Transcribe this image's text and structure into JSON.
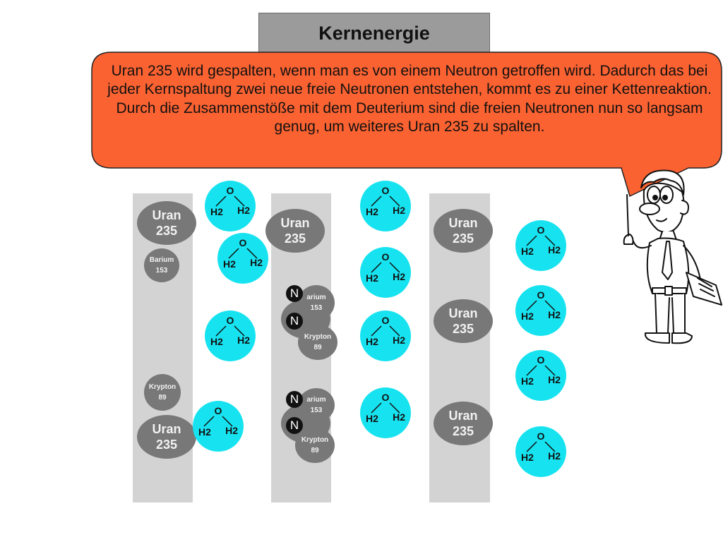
{
  "title": "Kernenergie",
  "callout_text": "Uran 235 wird gespalten, wenn man es von einem Neutron getroffen wird. Dadurch das bei jeder Kernspaltung zwei neue freie Neutronen entstehen, kommt es zu einer Kettenreaktion. Durch die Zusammenstöße mit dem Deuterium sind die freien Neutronen nun so langsam genug, um weiteres Uran 235 zu spalten.",
  "colors": {
    "callout_fill": "#fb6231",
    "water": "#17e3f0",
    "rod": "#d3d3d3",
    "atom": "#787878",
    "title_box": "#9b9b9b"
  },
  "uran": {
    "name": "Uran",
    "number": "235"
  },
  "barium": {
    "name": "Barium",
    "number": "153"
  },
  "krypton": {
    "name": "Krypton",
    "number": "89"
  },
  "barium_clipped": "arium",
  "neutron_label": "N",
  "water": {
    "o": "O",
    "h_left": "H2",
    "h_right": "H2"
  },
  "illustration": "professor-with-pointer-and-clipboard"
}
